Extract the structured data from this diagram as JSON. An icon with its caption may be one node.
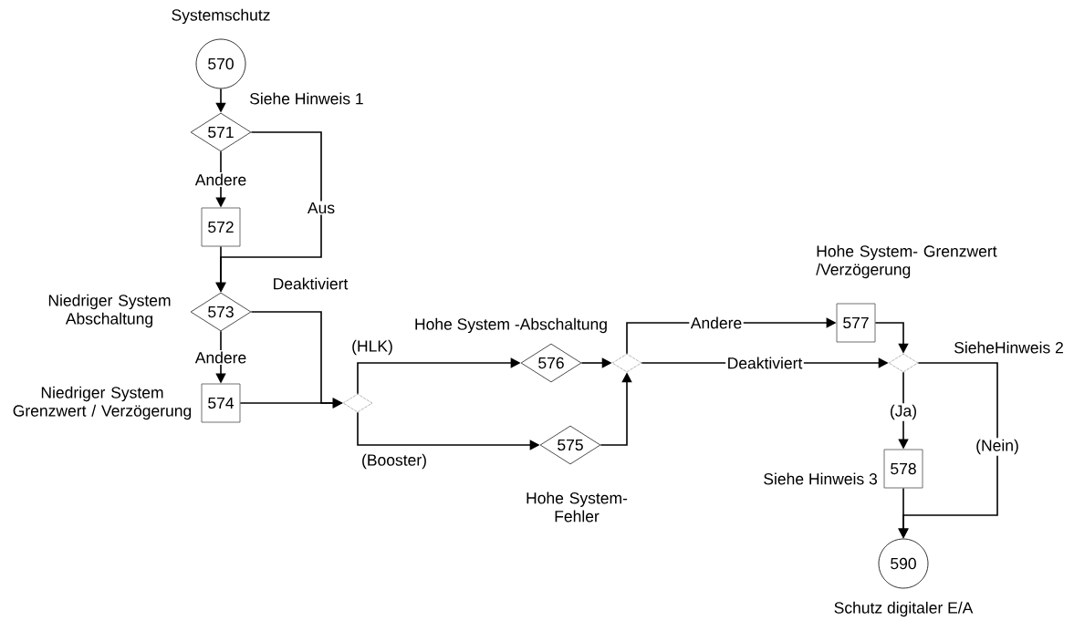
{
  "diagram": {
    "nodes": [
      {
        "text": [
          "570"
        ],
        "beside": [
          "Systemschutz"
        ]
      },
      {
        "text": [
          "571"
        ],
        "beside": [
          "Siehe Hinweis 1"
        ]
      },
      {
        "text": [
          "572"
        ]
      },
      {
        "text": [
          "573"
        ],
        "beside": [
          "Niedriger System Abschaltung"
        ]
      },
      {
        "text": [
          "574"
        ],
        "beside": [
          "Niedriger System Grenzwert / Verzögerung"
        ]
      },
      {
        "text": [],
        "shape": "diamond"
      },
      {
        "text": [
          "576"
        ],
        "beside": [
          "Hohe System -Abschaltung"
        ]
      },
      {
        "text": [
          "575"
        ],
        "beside": [
          "Hohe System- Fehler"
        ]
      },
      {
        "text": [],
        "shape": "diamond"
      },
      {
        "text": [
          "577"
        ],
        "beside": [
          "Hohe System- Grenzwert /Verzögerung"
        ]
      },
      {
        "text": [],
        "shape": "diamond",
        "beside": [
          "SieheHinweis 2"
        ]
      },
      {
        "text": [
          "578"
        ],
        "beside": [
          "Siehe Hinweis 3"
        ]
      },
      {
        "text": [
          "590"
        ],
        "beside": [
          "Schutz digitaler E/A"
        ]
      }
    ],
    "edges": [
      {
        "from": 0,
        "to": 1,
        "arrow": "to"
      },
      {
        "from": 1,
        "to": 2,
        "arrow": "to",
        "label": "Andere"
      },
      {
        "from": 1,
        "to": 3,
        "arrow": "to",
        "label": "Aus"
      },
      {
        "from": 2,
        "to": 3,
        "arrow": "to"
      },
      {
        "from": 3,
        "to": 4,
        "arrow": "to",
        "label": "Andere"
      },
      {
        "from": 3,
        "to": 5,
        "arrow": "to",
        "label": "Deaktiviert"
      },
      {
        "from": 4,
        "to": 5,
        "arrow": "to"
      },
      {
        "from": 5,
        "to": 6,
        "arrow": "to",
        "label": "(HLK)"
      },
      {
        "from": 5,
        "to": 7,
        "arrow": "to",
        "label": "(Booster)"
      },
      {
        "from": 6,
        "to": 8,
        "arrow": "to"
      },
      {
        "from": 7,
        "to": 8,
        "arrow": "to"
      },
      {
        "from": 8,
        "to": 9,
        "arrow": "to",
        "label": "Andere"
      },
      {
        "from": 8,
        "to": 10,
        "arrow": "to",
        "label": "Deaktiviert"
      },
      {
        "from": 9,
        "to": 10,
        "arrow": "to"
      },
      {
        "from": 10,
        "to": 11,
        "arrow": "to",
        "label": "(Ja)"
      },
      {
        "from": 10,
        "to": 12,
        "arrow": "to",
        "label": "(Nein)"
      },
      {
        "from": 11,
        "to": 12,
        "arrow": "to"
      }
    ]
  }
}
